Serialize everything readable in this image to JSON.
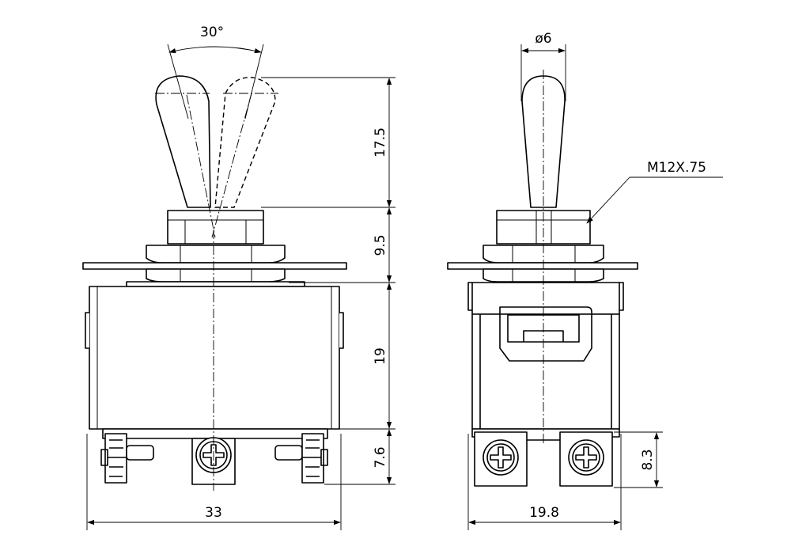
{
  "dimensions": {
    "angle": "30°",
    "handle_height": "17.5",
    "bushing_height": "9.5",
    "body_height": "19",
    "terminal_height": "7.6",
    "width": "33",
    "handle_diameter": "ø6",
    "thread": "M12X.75",
    "side_terminal_height": "8.3",
    "depth": "19.8"
  },
  "colors": {
    "line": "#000000",
    "background": "#ffffff"
  }
}
